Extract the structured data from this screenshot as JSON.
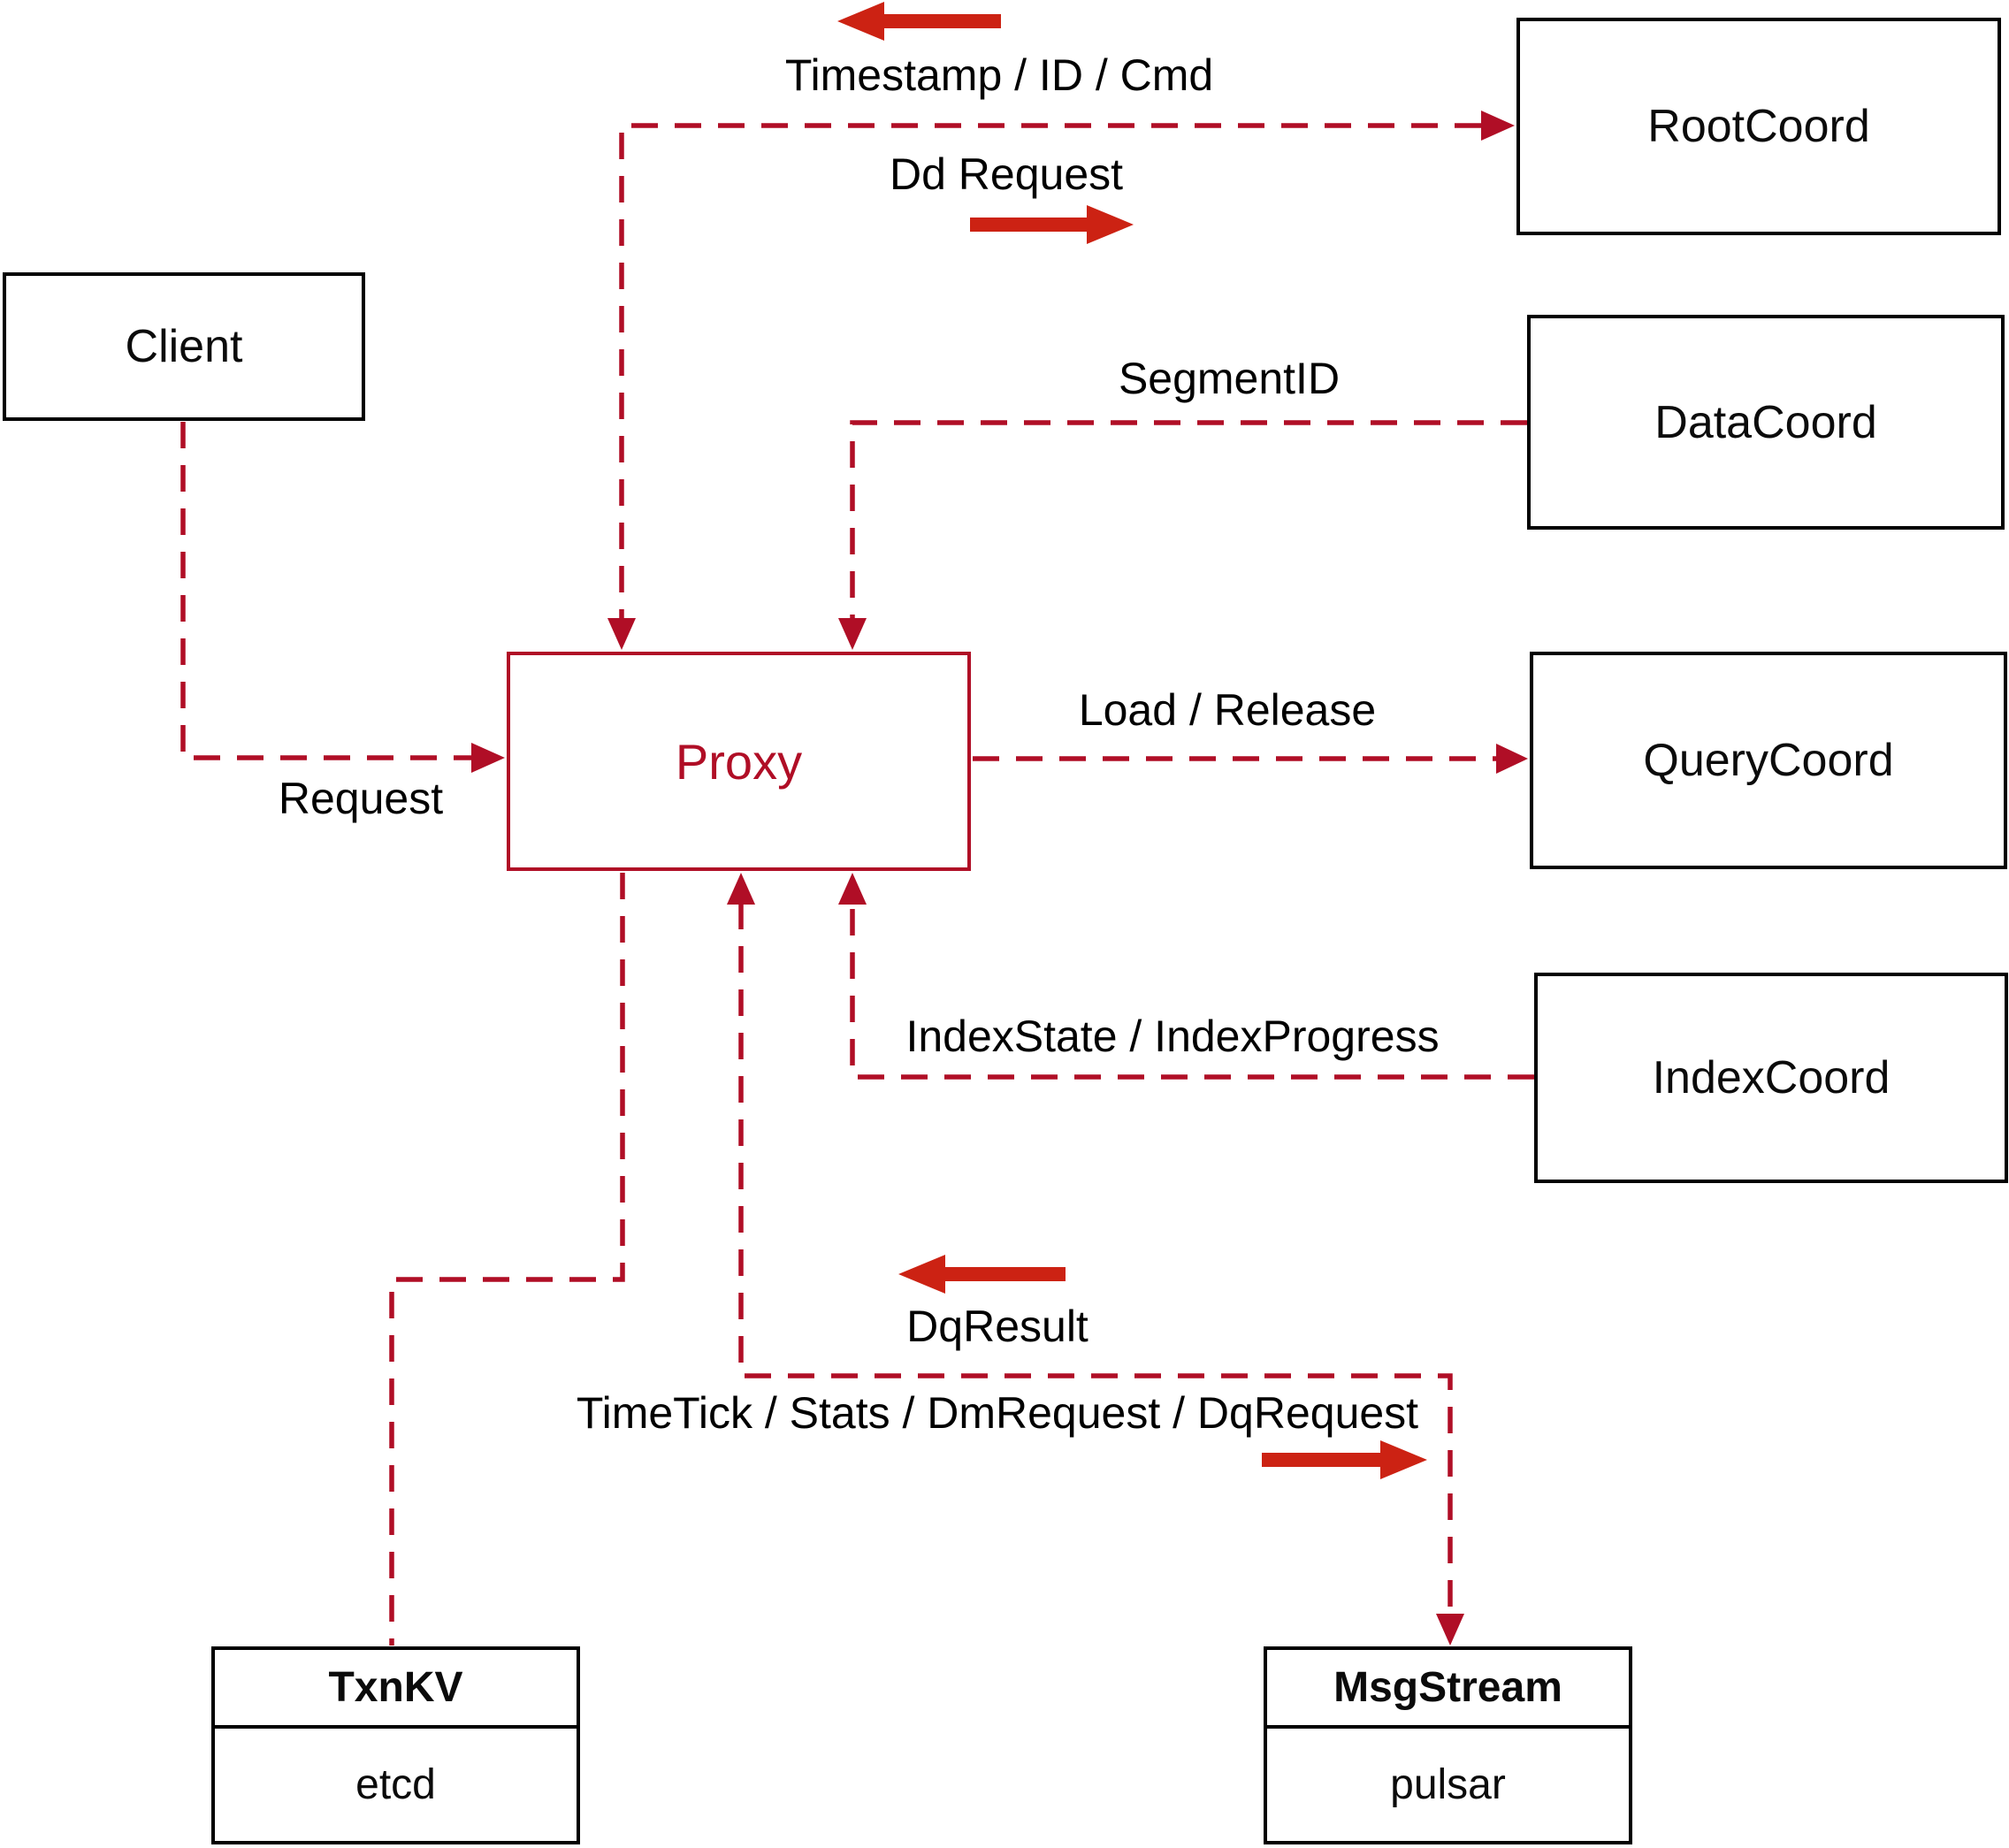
{
  "diagram": {
    "description": "Proxy interaction diagram",
    "colors": {
      "connector_dashed": "#b00e26",
      "direction_arrow": "#cc2213",
      "node_border": "#000000",
      "proxy_accent": "#b00e26",
      "background": "#ffffff",
      "label_text": "#000000"
    }
  },
  "nodes": {
    "client": {
      "label": "Client"
    },
    "rootcoord": {
      "label": "RootCoord"
    },
    "datacoord": {
      "label": "DataCoord"
    },
    "querycoord": {
      "label": "QueryCoord"
    },
    "indexcoord": {
      "label": "IndexCoord"
    },
    "proxy": {
      "label": "Proxy"
    },
    "txnkv": {
      "header": "TxnKV",
      "body": "etcd"
    },
    "msgstream": {
      "header": "MsgStream",
      "body": "pulsar"
    }
  },
  "edges": {
    "client_to_proxy": {
      "from": "Client",
      "to": "Proxy",
      "label": "Request"
    },
    "proxy_rootcoord": {
      "from": "Proxy",
      "to": "RootCoord",
      "bidirectional": true,
      "label_top": "Timestamp / ID / Cmd",
      "label_bottom": "Dd Request"
    },
    "datacoord_to_proxy": {
      "from": "DataCoord",
      "to": "Proxy",
      "label": "SegmentID"
    },
    "proxy_to_querycoord": {
      "from": "Proxy",
      "to": "QueryCoord",
      "label": "Load / Release"
    },
    "indexcoord_to_proxy": {
      "from": "IndexCoord",
      "to": "Proxy",
      "label": "IndexState / IndexProgress"
    },
    "proxy_msgstream": {
      "from": "Proxy",
      "to": "MsgStream",
      "bidirectional": true,
      "label_top": "DqResult",
      "label_bottom": "TimeTick / Stats / DmRequest / DqRequest"
    },
    "proxy_to_txnkv": {
      "from": "Proxy",
      "to": "TxnKV",
      "label": ""
    }
  }
}
